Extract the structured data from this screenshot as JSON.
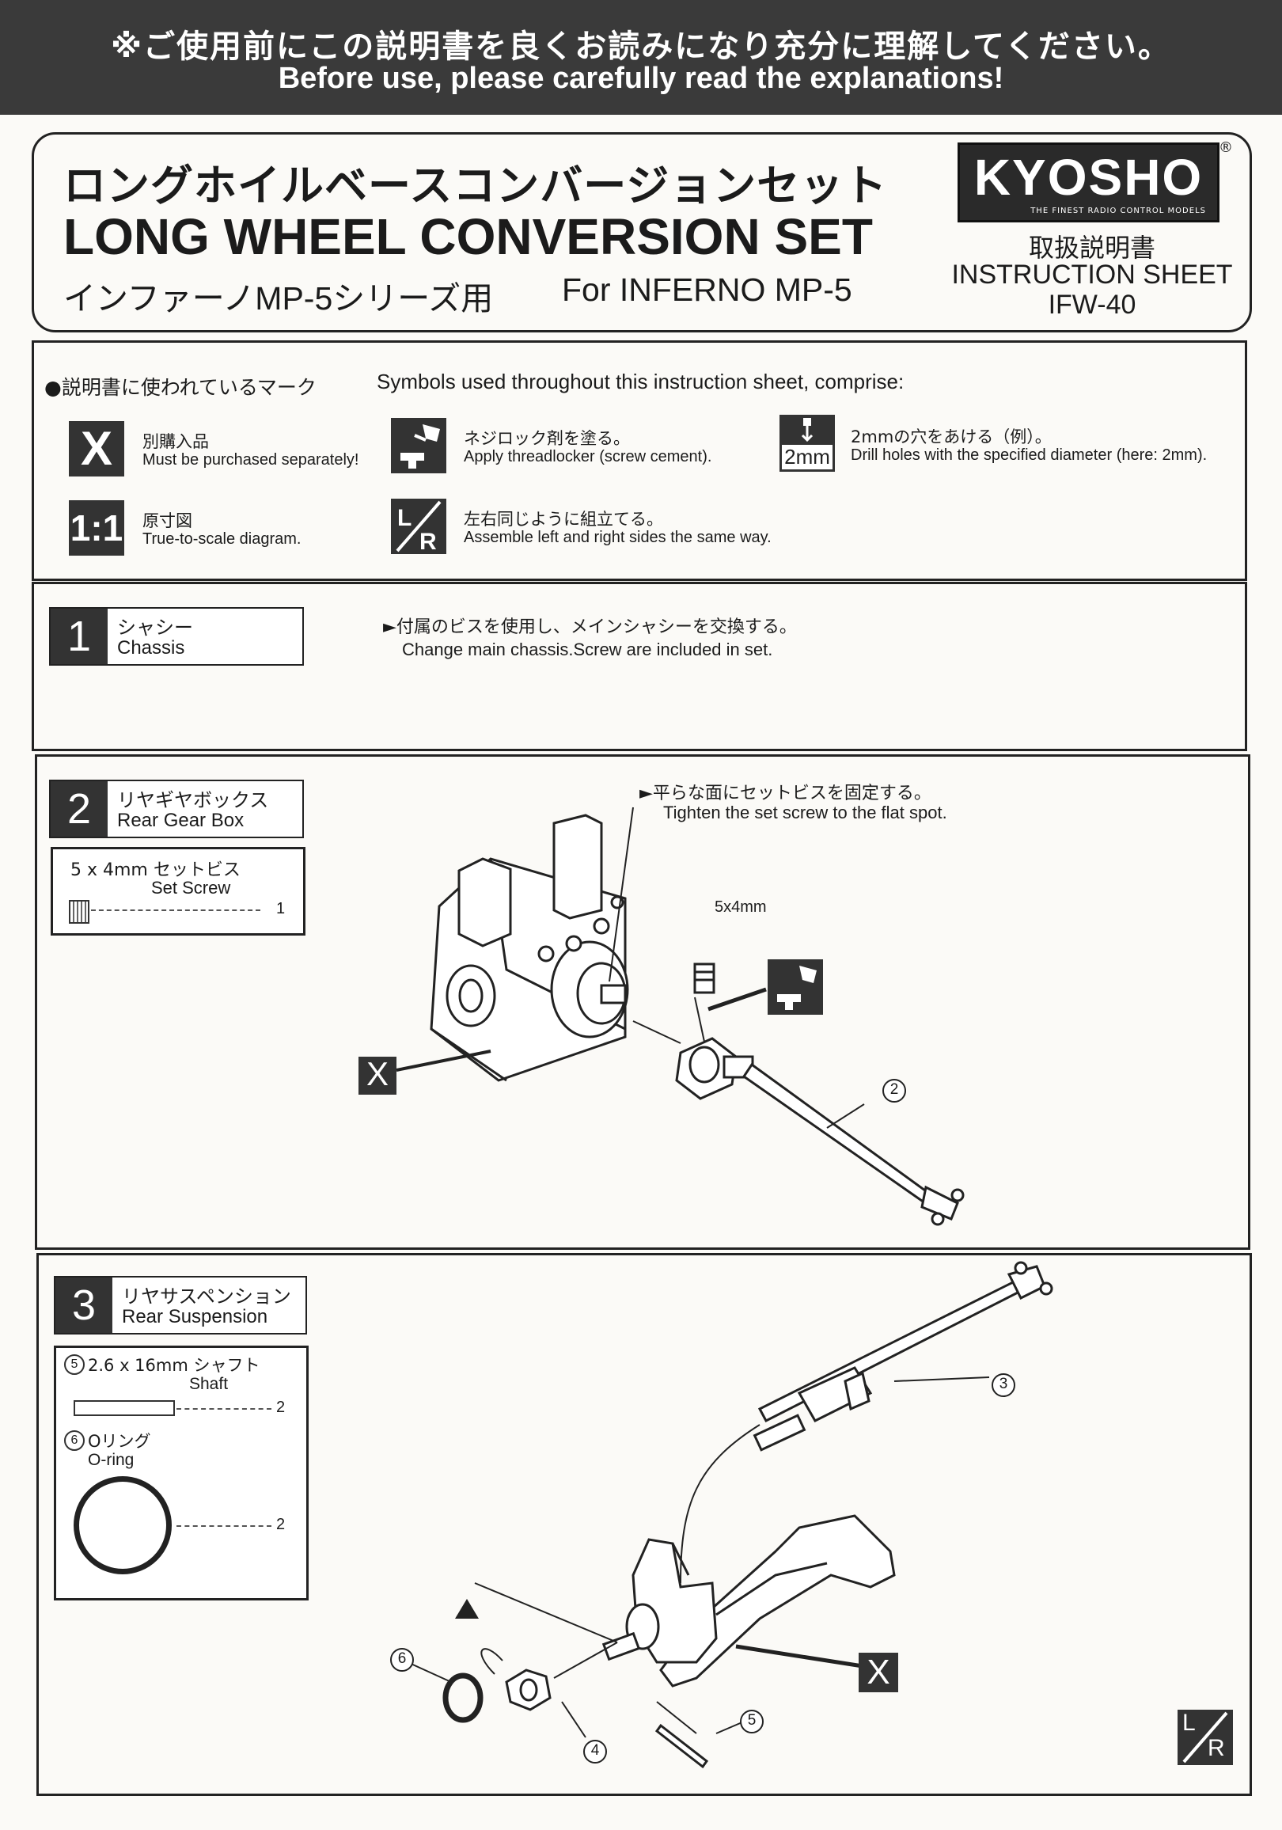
{
  "banner": {
    "jp": "※ご使用前にこの説明書を良くお読みになり充分に理解してください。",
    "en": "Before use, please carefully read the explanations!"
  },
  "title": {
    "jp": "ロングホイルベースコンバージョンセット",
    "en": "LONG WHEEL CONVERSION SET",
    "sub_jp": "インファーノMP-5シリーズ用",
    "sub_en": "For INFERNO MP-5"
  },
  "logo": {
    "name": "KYOSHO",
    "tagline": "THE FINEST RADIO CONTROL MODELS",
    "registered": "®"
  },
  "sheet": {
    "jp": "取扱説明書",
    "en": "INSTRUCTION SHEET",
    "code": "IFW-40"
  },
  "symbols": {
    "heading_jp": "●説明書に使われているマーク",
    "heading_en": "Symbols used throughout this instruction sheet, comprise:",
    "items": [
      {
        "icon": "x-mark-icon",
        "glyph": "X",
        "jp": "別購入品",
        "en": "Must be purchased separately!"
      },
      {
        "icon": "threadlocker-icon",
        "glyph": "",
        "jp": "ネジロック剤を塗る。",
        "en": "Apply threadlocker (screw cement)."
      },
      {
        "icon": "drill-icon",
        "glyph": "2mm",
        "jp": "2mmの穴をあける（例）。",
        "en": "Drill holes with the specified diameter (here: 2mm)."
      },
      {
        "icon": "scale-icon",
        "glyph": "1:1",
        "jp": "原寸図",
        "en": "True-to-scale diagram."
      },
      {
        "icon": "left-right-icon",
        "glyph": "L/R",
        "jp": "左右同じように組立てる。",
        "en": "Assemble left and right sides the same way."
      }
    ]
  },
  "steps": [
    {
      "num": "1",
      "jp": "シャシー",
      "en": "Chassis",
      "note_jp": "►付属のビスを使用し、メインシャシーを交換する。",
      "note_en": "Change main chassis.Screw are included in set."
    },
    {
      "num": "2",
      "jp": "リヤギヤボックス",
      "en": "Rear Gear Box",
      "note_jp": "►平らな面にセットビスを固定する。",
      "note_en": "Tighten the set screw to the flat spot.",
      "parts": [
        {
          "jp": "5 x 4mm セットビス",
          "en": "Set Screw",
          "qty": "1"
        }
      ],
      "labels": {
        "screw": "5x4mm",
        "x": "X",
        "callout": "2"
      }
    },
    {
      "num": "3",
      "jp": "リヤサスペンション",
      "en": "Rear Suspension",
      "parts": [
        {
          "index": "5",
          "jp": "2.6 x 16mm シャフト",
          "en": "Shaft",
          "qty": "2"
        },
        {
          "index": "6",
          "jp": "Oリング",
          "en": "O-ring",
          "qty": "2"
        }
      ],
      "labels": {
        "c3": "3",
        "c4": "4",
        "c5": "5",
        "c6": "6",
        "x": "X",
        "lr": "L/R"
      }
    }
  ]
}
